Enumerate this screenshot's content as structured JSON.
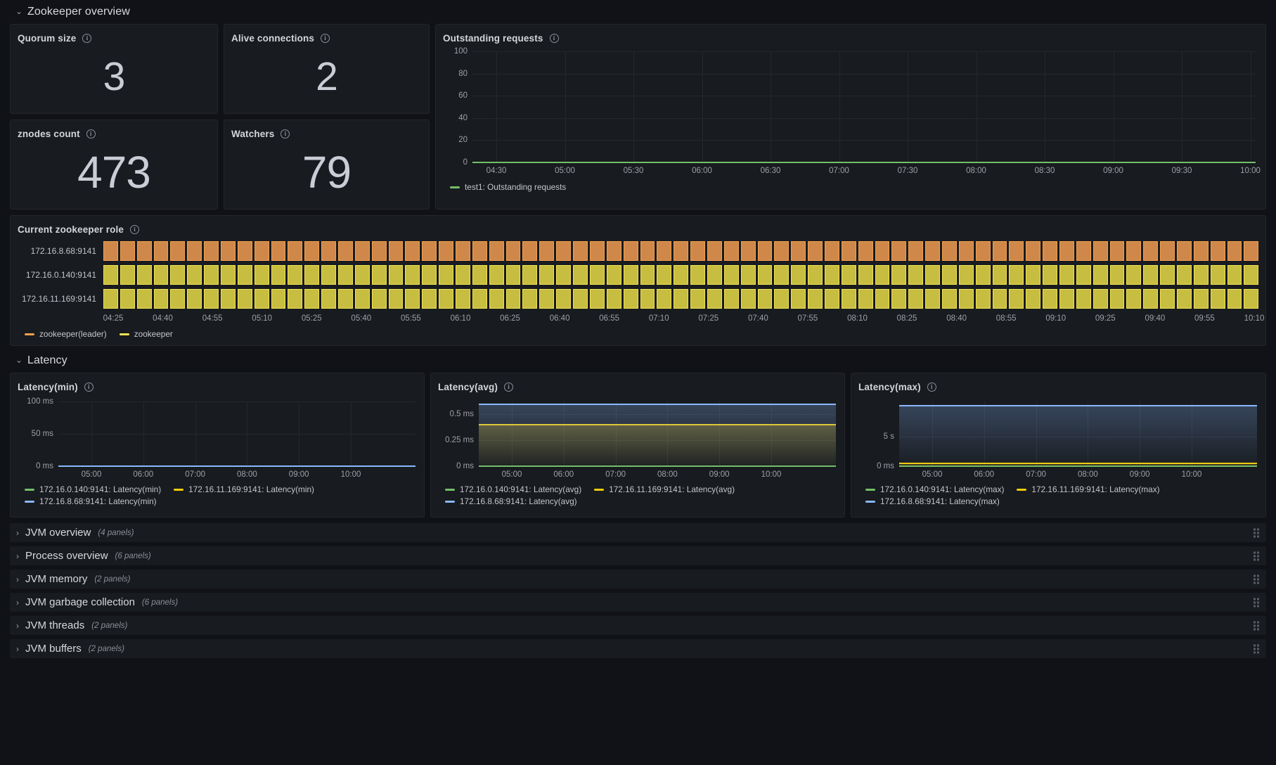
{
  "rows": {
    "zookeeper_overview": {
      "title": "Zookeeper overview",
      "chevron": "⌄"
    },
    "latency": {
      "title": "Latency",
      "chevron": "⌄"
    }
  },
  "stats": [
    {
      "title": "Quorum size",
      "value": "3",
      "info": "i"
    },
    {
      "title": "Alive connections",
      "value": "2",
      "info": "i"
    },
    {
      "title": "znodes count",
      "value": "473",
      "info": "i"
    },
    {
      "title": "Watchers",
      "value": "79",
      "info": "i"
    }
  ],
  "outstanding_requests": {
    "title": "Outstanding requests",
    "info": "i",
    "legend": [
      {
        "label": "test1: Outstanding requests",
        "color": "#73bf69"
      }
    ]
  },
  "zookeeper_role": {
    "title": "Current zookeeper role",
    "info": "i",
    "rows": [
      {
        "label": "172.16.8.68:9141",
        "state": "zookeeper(leader)",
        "color": "#d0884a",
        "border": "#f2a04e"
      },
      {
        "label": "172.16.0.140:9141",
        "state": "zookeeper",
        "color": "#c7bd40",
        "border": "#f2e251"
      },
      {
        "label": "172.16.11.169:9141",
        "state": "zookeeper",
        "color": "#c7bd40",
        "border": "#f2e251"
      }
    ],
    "legend": [
      {
        "label": "zookeeper(leader)",
        "color": "#f2a04e"
      },
      {
        "label": "zookeeper",
        "color": "#f2e251"
      }
    ],
    "segments": 69
  },
  "latency_min": {
    "title": "Latency(min)",
    "info": "i",
    "legend": [
      {
        "label": "172.16.0.140:9141: Latency(min)",
        "color": "#73bf69"
      },
      {
        "label": "172.16.11.169:9141: Latency(min)",
        "color": "#f2cc0c"
      },
      {
        "label": "172.16.8.68:9141: Latency(min)",
        "color": "#8ab8ff"
      }
    ]
  },
  "latency_avg": {
    "title": "Latency(avg)",
    "info": "i",
    "legend": [
      {
        "label": "172.16.0.140:9141: Latency(avg)",
        "color": "#73bf69"
      },
      {
        "label": "172.16.11.169:9141: Latency(avg)",
        "color": "#f2cc0c"
      },
      {
        "label": "172.16.8.68:9141: Latency(avg)",
        "color": "#8ab8ff"
      }
    ]
  },
  "latency_max": {
    "title": "Latency(max)",
    "info": "i",
    "legend": [
      {
        "label": "172.16.0.140:9141: Latency(max)",
        "color": "#73bf69"
      },
      {
        "label": "172.16.11.169:9141: Latency(max)",
        "color": "#f2cc0c"
      },
      {
        "label": "172.16.8.68:9141: Latency(max)",
        "color": "#8ab8ff"
      }
    ]
  },
  "collapsed_rows": [
    {
      "title": "JVM overview",
      "count": "(4 panels)",
      "chevron": "›"
    },
    {
      "title": "Process overview",
      "count": "(6 panels)",
      "chevron": "›"
    },
    {
      "title": "JVM memory",
      "count": "(2 panels)",
      "chevron": "›"
    },
    {
      "title": "JVM garbage collection",
      "count": "(6 panels)",
      "chevron": "›"
    },
    {
      "title": "JVM threads",
      "count": "(2 panels)",
      "chevron": "›"
    },
    {
      "title": "JVM buffers",
      "count": "(2 panels)",
      "chevron": "›"
    }
  ],
  "chart_data": [
    {
      "id": "outstanding_requests",
      "type": "line",
      "title": "Outstanding requests",
      "xlabel": "",
      "ylabel": "",
      "ylim": [
        0,
        100
      ],
      "yticks": [
        "0",
        "20",
        "40",
        "60",
        "80",
        "100"
      ],
      "xticks": [
        "04:30",
        "05:00",
        "05:30",
        "06:00",
        "06:30",
        "07:00",
        "07:30",
        "08:00",
        "08:30",
        "09:00",
        "09:30",
        "10:00"
      ],
      "grid": true,
      "legend_position": "bottom",
      "series": [
        {
          "name": "test1: Outstanding requests",
          "color": "#73bf69",
          "constant_value": 0
        }
      ]
    },
    {
      "id": "current_zookeeper_role",
      "type": "heatmap",
      "title": "Current zookeeper role",
      "categories": [
        "172.16.8.68:9141",
        "172.16.0.140:9141",
        "172.16.11.169:9141"
      ],
      "xticks": [
        "04:25",
        "04:40",
        "04:55",
        "05:10",
        "05:25",
        "05:40",
        "05:55",
        "06:10",
        "06:25",
        "06:40",
        "06:55",
        "07:10",
        "07:25",
        "07:40",
        "07:55",
        "08:10",
        "08:25",
        "08:40",
        "08:55",
        "09:10",
        "09:25",
        "09:40",
        "09:55",
        "10:10"
      ],
      "states": [
        "zookeeper(leader)",
        "zookeeper",
        "zookeeper"
      ],
      "grid": false,
      "legend_position": "bottom"
    },
    {
      "id": "latency_min",
      "type": "line",
      "title": "Latency(min)",
      "ylim": [
        0,
        100
      ],
      "yunit": "ms",
      "yticks": [
        "0 ms",
        "50 ms",
        "100 ms"
      ],
      "xticks": [
        "05:00",
        "06:00",
        "07:00",
        "08:00",
        "09:00",
        "10:00"
      ],
      "grid": true,
      "legend_position": "bottom",
      "series": [
        {
          "name": "172.16.0.140:9141: Latency(min)",
          "color": "#73bf69",
          "constant_value": 0
        },
        {
          "name": "172.16.11.169:9141: Latency(min)",
          "color": "#f2cc0c",
          "constant_value": 0
        },
        {
          "name": "172.16.8.68:9141: Latency(min)",
          "color": "#8ab8ff",
          "constant_value": 0
        }
      ]
    },
    {
      "id": "latency_avg",
      "type": "area",
      "title": "Latency(avg)",
      "ylim": [
        0,
        0.625
      ],
      "yunit": "ms",
      "yticks": [
        "0 ms",
        "0.25 ms",
        "0.5 ms"
      ],
      "xticks": [
        "05:00",
        "06:00",
        "07:00",
        "08:00",
        "09:00",
        "10:00"
      ],
      "grid": true,
      "legend_position": "bottom",
      "series": [
        {
          "name": "172.16.0.140:9141: Latency(avg)",
          "color": "#73bf69",
          "constant_value": 0
        },
        {
          "name": "172.16.11.169:9141: Latency(avg)",
          "color": "#f2cc0c",
          "constant_value": 0.4
        },
        {
          "name": "172.16.8.68:9141: Latency(avg)",
          "color": "#8ab8ff",
          "constant_value": 0.6
        }
      ]
    },
    {
      "id": "latency_max",
      "type": "area",
      "title": "Latency(max)",
      "ylim": [
        0,
        11
      ],
      "yunit": "s",
      "yticks": [
        "0 ms",
        "5 s"
      ],
      "xticks": [
        "05:00",
        "06:00",
        "07:00",
        "08:00",
        "09:00",
        "10:00"
      ],
      "grid": true,
      "legend_position": "bottom",
      "series": [
        {
          "name": "172.16.0.140:9141: Latency(max)",
          "color": "#73bf69",
          "constant_value": 0
        },
        {
          "name": "172.16.11.169:9141: Latency(max)",
          "color": "#f2cc0c",
          "constant_value": 0.45
        },
        {
          "name": "172.16.8.68:9141: Latency(max)",
          "color": "#8ab8ff",
          "constant_value": 10.3
        }
      ]
    }
  ]
}
